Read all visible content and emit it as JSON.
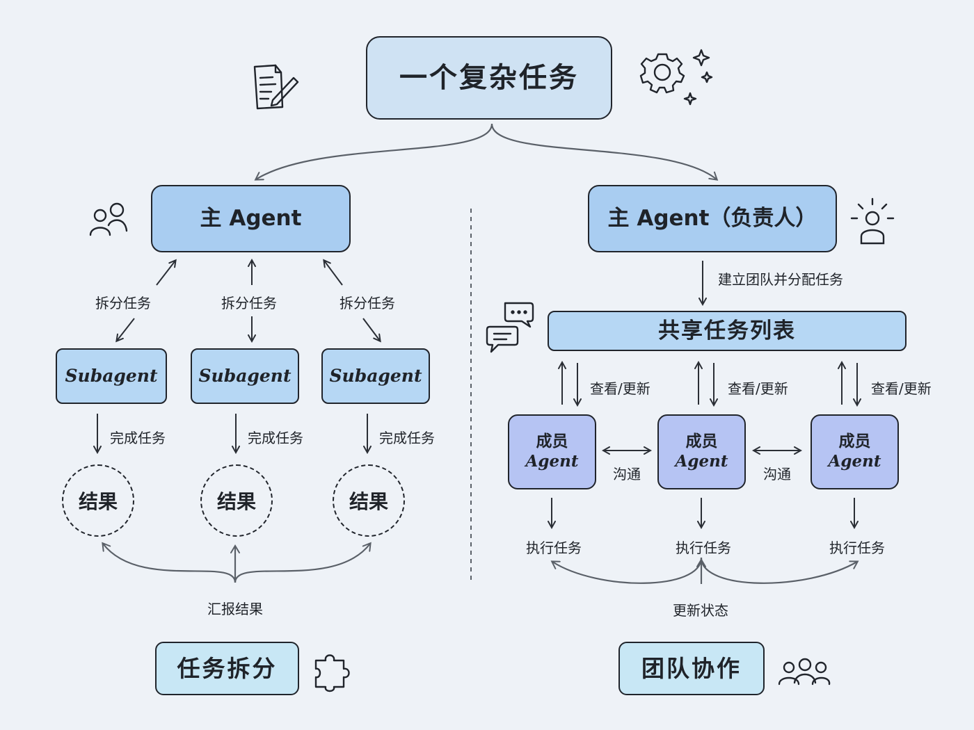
{
  "top": {
    "title": "一个复杂任务"
  },
  "left": {
    "main_agent": "主 Agent",
    "split_label": "拆分任务",
    "subagents": [
      "Subagent",
      "Subagent",
      "Subagent"
    ],
    "complete_label": "完成任务",
    "result_label": "结果",
    "report_label": "汇报结果",
    "section_label": "任务拆分"
  },
  "right": {
    "main_agent": "主 Agent（负责人）",
    "build_label": "建立团队并分配任务",
    "shared_list": "共享任务列表",
    "view_update_label": "查看/更新",
    "member_line1": "成员",
    "member_line2": "Agent",
    "communicate_label": "沟通",
    "execute_label": "执行任务",
    "update_status_label": "更新状态",
    "section_label": "团队协作"
  },
  "icons": [
    "document-pen-icon",
    "gear-sparkle-icon",
    "users-icon",
    "lightbulb-person-icon",
    "chat-bubbles-icon",
    "puzzle-icon",
    "team-icon"
  ],
  "colors": {
    "background": "#eef2f7",
    "top_box": "#cfe2f3",
    "main_agent_box": "#a9cdf1",
    "subagent_box": "#b6d7f4",
    "member_box": "#b6c4f3",
    "section_label_box": "#c8e7f5",
    "stroke": "#20242b",
    "arrow": "#5a6068"
  }
}
